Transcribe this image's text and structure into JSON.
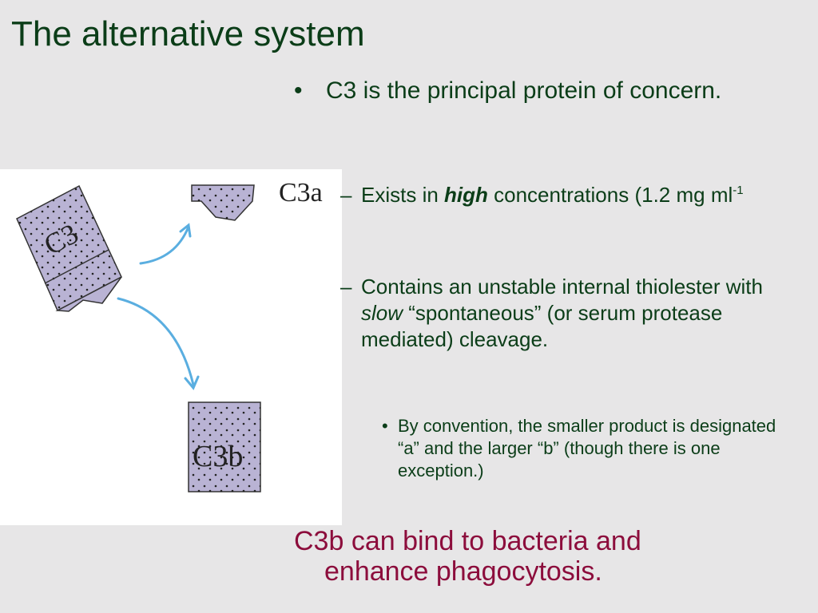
{
  "slide": {
    "title": "The alternative system",
    "bullet1": "C3 is the principal protein of concern.",
    "sub1": {
      "prefix": "Exists in ",
      "emph": "high",
      "suffix": " concentrations (1.2 mg ml",
      "sup": "-1"
    },
    "sub2": {
      "prefix": "Contains an unstable internal thiolester with ",
      "emph": "slow",
      "suffix": " “spontaneous” (or serum protease mediated) cleavage."
    },
    "bullet3": "By convention, the smaller product is designated “a” and the larger “b” (though there is one exception.)",
    "conclusion_line1": "C3b can bind to bacteria and",
    "conclusion_line2": "enhance phagocytosis."
  },
  "figure": {
    "c3_label": "C3",
    "c3a_label": "C3a",
    "c3b_label": "C3b",
    "shape_fill": "#b9b3d4",
    "arrow_color": "#5aaee0"
  },
  "symbols": {
    "bullet": "•",
    "dash": "–"
  }
}
